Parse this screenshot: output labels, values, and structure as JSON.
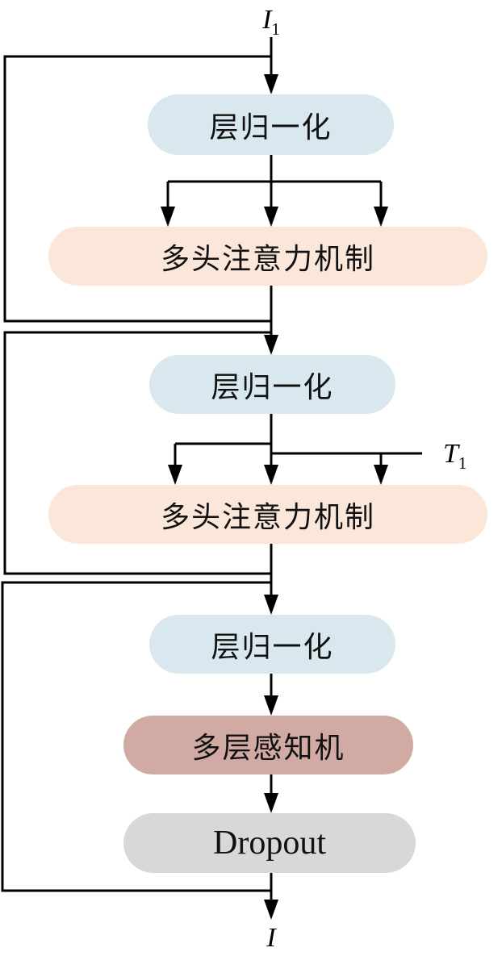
{
  "diagram": {
    "io_labels": {
      "input": {
        "base": "I",
        "sub": "1"
      },
      "side_input": {
        "base": "T",
        "sub": "1"
      },
      "output": {
        "base": "I",
        "sub": ""
      }
    },
    "nodes": {
      "layernorm1": {
        "label": "层归一化",
        "fill": "#d9e8ef"
      },
      "attention1": {
        "label": "多头注意力机制",
        "fill": "#fbe7d9"
      },
      "layernorm2": {
        "label": "层归一化",
        "fill": "#d9e8ef"
      },
      "attention2": {
        "label": "多头注意力机制",
        "fill": "#fbe7d9"
      },
      "layernorm3": {
        "label": "层归一化",
        "fill": "#d9e8ef"
      },
      "mlp": {
        "label": "多层感知机",
        "fill": "#d2aaa4"
      },
      "dropout": {
        "label": "Dropout",
        "fill": "#d8d8d8"
      }
    },
    "colors": {
      "line": "#000000",
      "background": "#ffffff",
      "layernorm_fill": "#d9e8ef",
      "attention_fill": "#fbe7d9",
      "mlp_fill": "#d2aaa4",
      "dropout_fill": "#d8d8d8"
    }
  }
}
